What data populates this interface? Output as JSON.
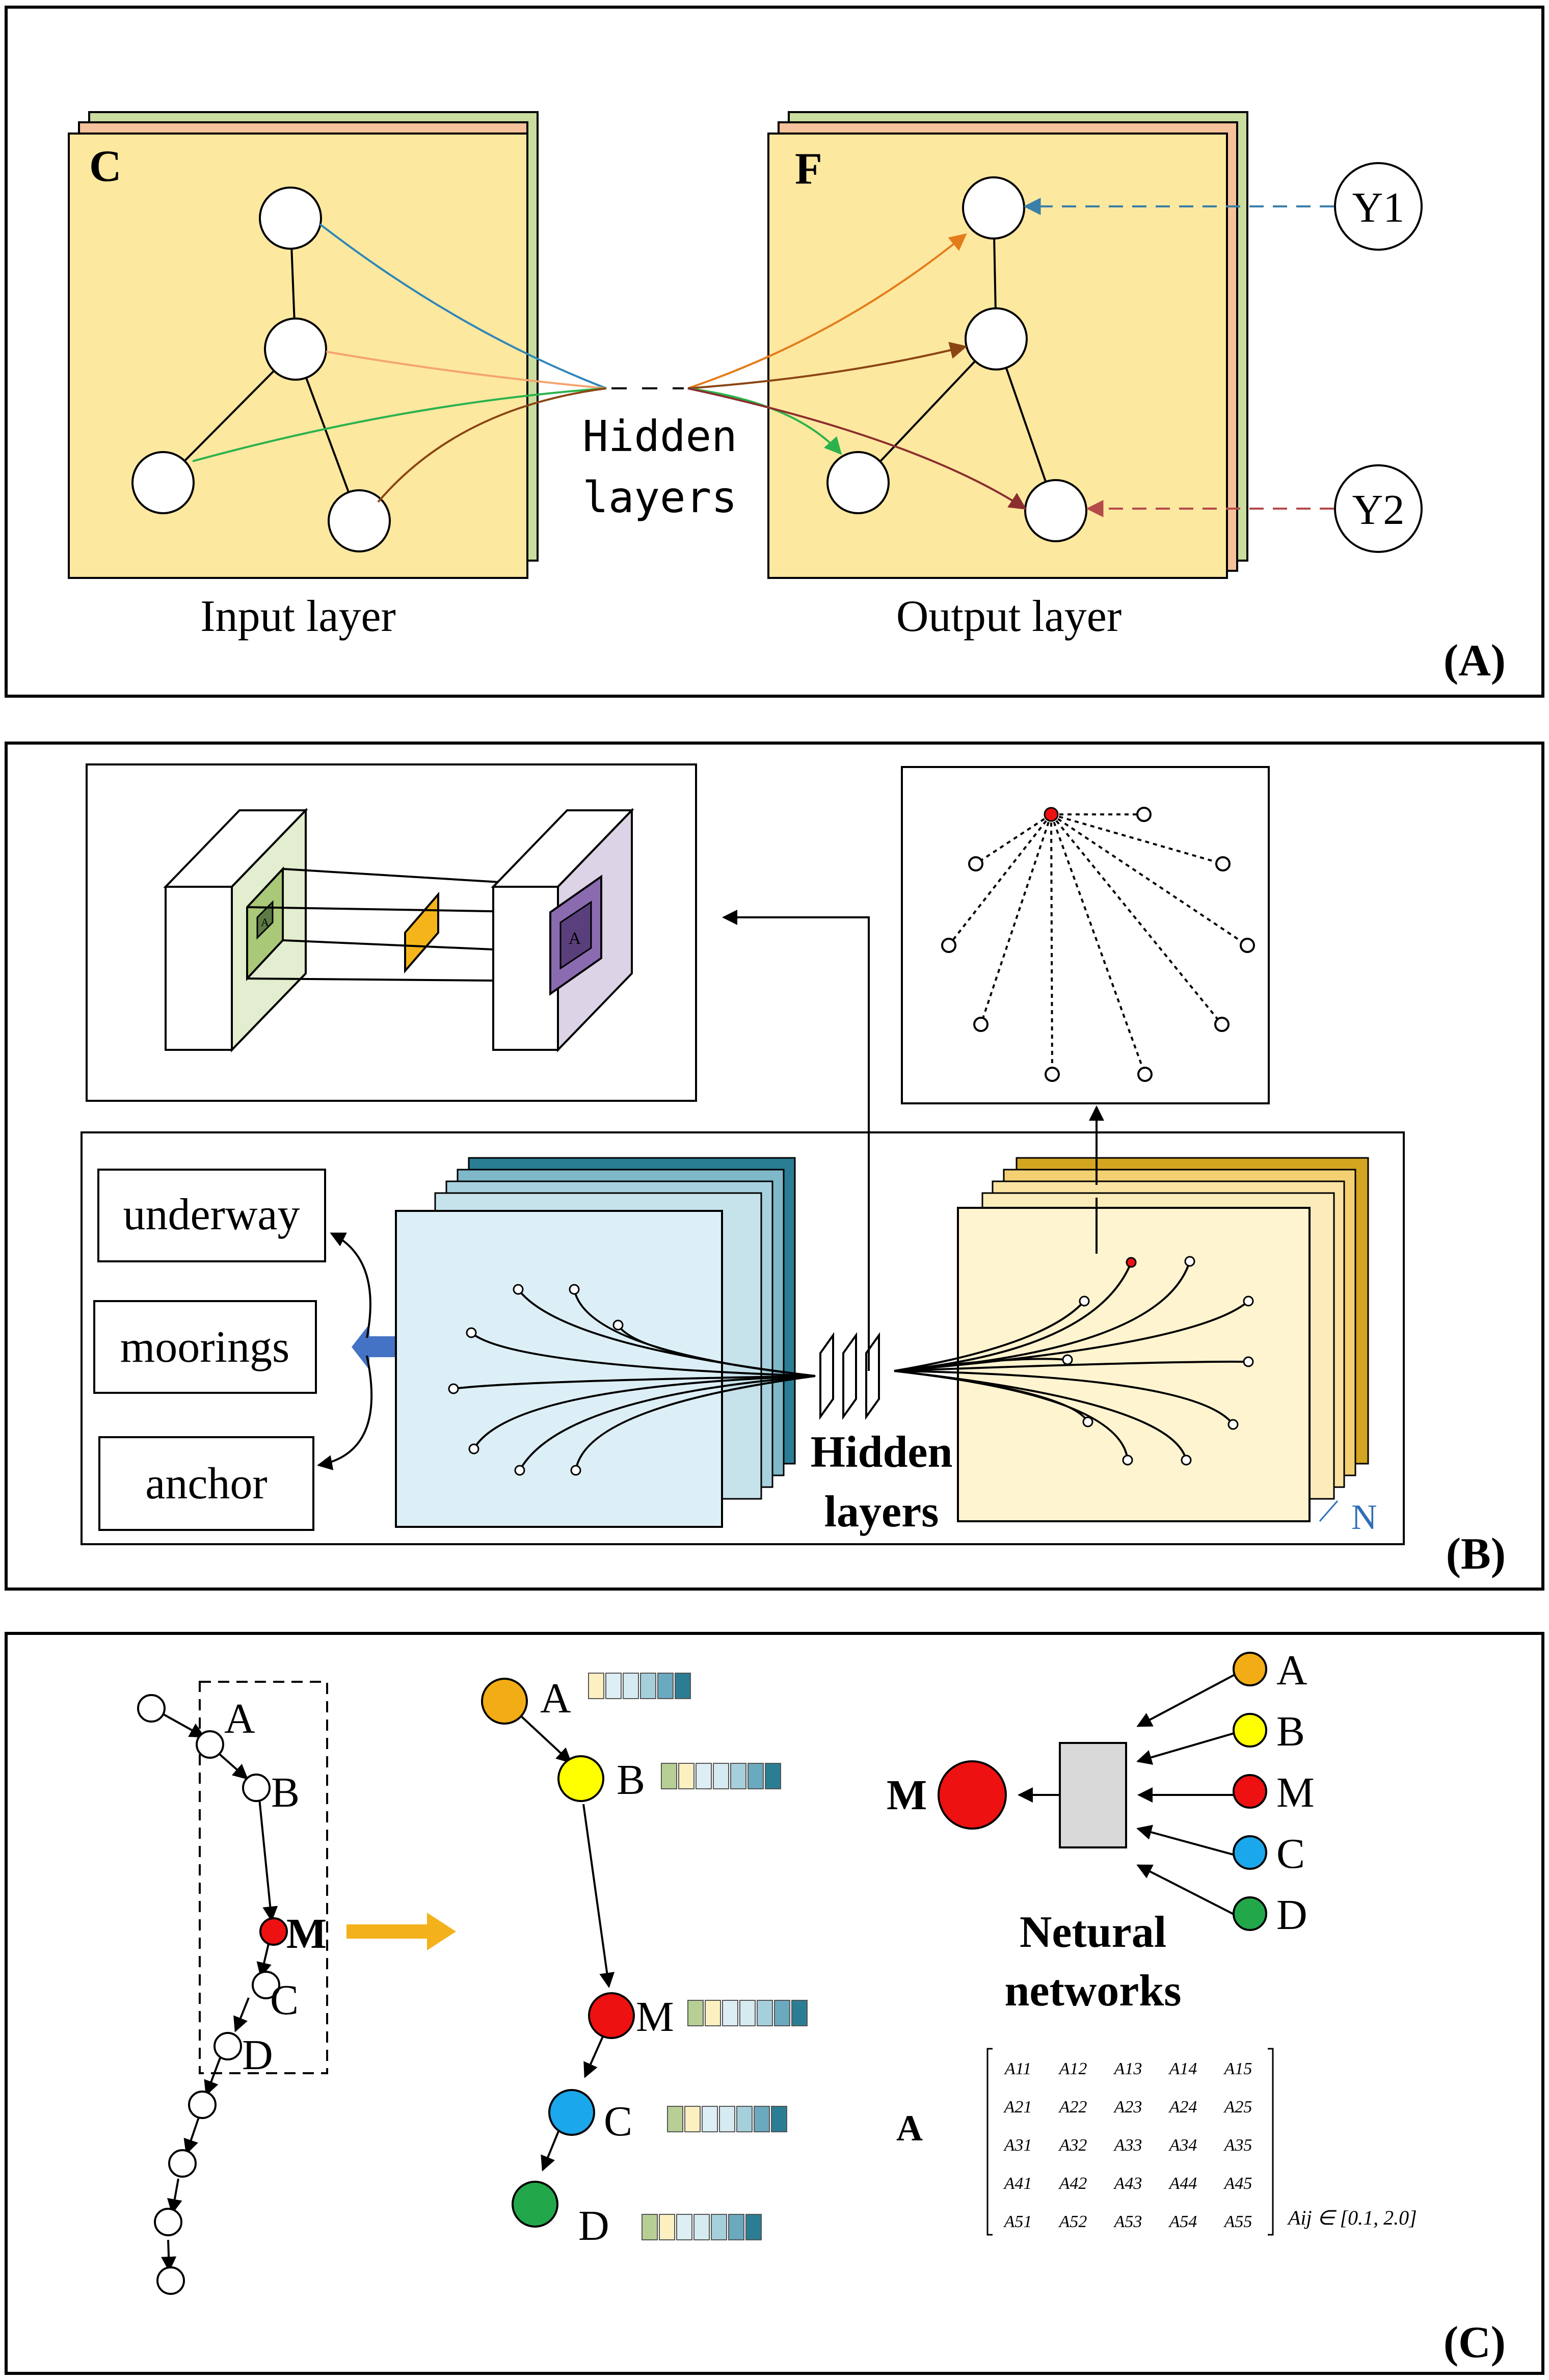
{
  "panel_a": {
    "input_tag": "C",
    "output_tag": "F",
    "hidden_line1": "Hidden",
    "hidden_line2": "layers",
    "input_caption": "Input layer",
    "output_caption": "Output layer",
    "target1": "Y1",
    "target2": "Y2",
    "tag": "(A)"
  },
  "panel_b": {
    "cnn_kernel_label": "A",
    "cnn_small_label": "A",
    "classes": [
      "underway",
      "moorings",
      "anchor"
    ],
    "hidden_line1": "Hidden",
    "hidden_line2": "layers",
    "stack_count": "N",
    "tag": "(B)"
  },
  "panel_c": {
    "chain_labels": [
      "A",
      "B",
      "M",
      "C",
      "D"
    ],
    "neighbor_labels": [
      "A",
      "B",
      "M",
      "C",
      "D"
    ],
    "nn_inputs": [
      "A",
      "B",
      "M",
      "C",
      "D"
    ],
    "nn_output": "M",
    "nn_title_line1": "Netural",
    "nn_title_line2": "networks",
    "matrix_name": "A",
    "matrix_cells": [
      [
        "A11",
        "A12",
        "A13",
        "A14",
        "A15"
      ],
      [
        "A21",
        "A22",
        "A23",
        "A24",
        "A25"
      ],
      [
        "A31",
        "A32",
        "A33",
        "A34",
        "A35"
      ],
      [
        "A41",
        "A42",
        "A43",
        "A44",
        "A45"
      ],
      [
        "A51",
        "A52",
        "A53",
        "A54",
        "A55"
      ]
    ],
    "matrix_constraint": "Aij ∈ [0.1, 2.0]",
    "tag": "(C)"
  },
  "colors": {
    "node_A": "#f2ad16",
    "node_B": "#ffff00",
    "node_M": "#ee1111",
    "node_C": "#1aa7ec",
    "node_D": "#22a84a",
    "graph_layer": "#fde8a0",
    "feature_blue": "#ddeff6",
    "feature_teal": "#2a7d93",
    "feature_cream": "#fff4d0",
    "feature_gold": "#d4a520",
    "arrow_yellow": "#f3b21b"
  }
}
